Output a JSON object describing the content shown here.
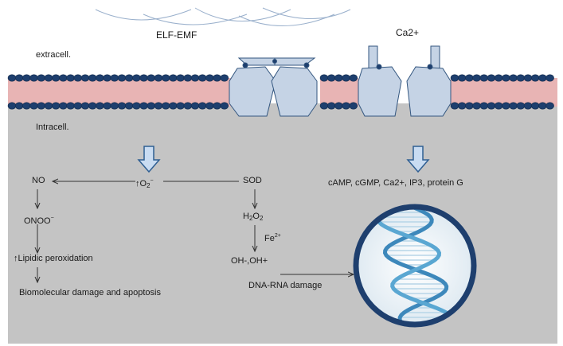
{
  "labels": {
    "elf_emf": "ELF-EMF",
    "ca2": "Ca2+",
    "extracell": "extracell.",
    "intracell": "Intracell.",
    "no": "NO",
    "onoo": "ONOO",
    "onoo_charge": "−",
    "o2_arrow": "↑",
    "o2": "O",
    "o2_sub": "2",
    "o2_charge": "−",
    "sod": "SOD",
    "h2o2_h": "H",
    "h2o2_sub1": "2",
    "h2o2_o": "O",
    "h2o2_sub2": "2",
    "fe": "Fe",
    "fe_sup": "2+",
    "oh": "OH-,OH+",
    "lipid_arrow": "↑",
    "lipid": "Lipidic peroxidation",
    "biomolecular": "Biomolecular damage and apoptosis",
    "dna_rna": "DNA-RNA damage",
    "messengers": "cAMP, cGMP, Ca2+, IP3, protein G"
  },
  "colors": {
    "membrane_pink": "#e8b4b4",
    "lipid_head": "#1e3f6e",
    "channel_fill": "#c5d3e5",
    "intracell_gray": "#c4c4c4",
    "arrow_fill": "#c9dcf2",
    "arrow_stroke": "#2e5e92",
    "dna_ring": "#1e3f6e",
    "dna_blue": "#4c99c8"
  },
  "icons": [
    "field-wave-icon",
    "block-arrow-down-icon",
    "dna-helix-icon",
    "ion-channel-icon"
  ]
}
